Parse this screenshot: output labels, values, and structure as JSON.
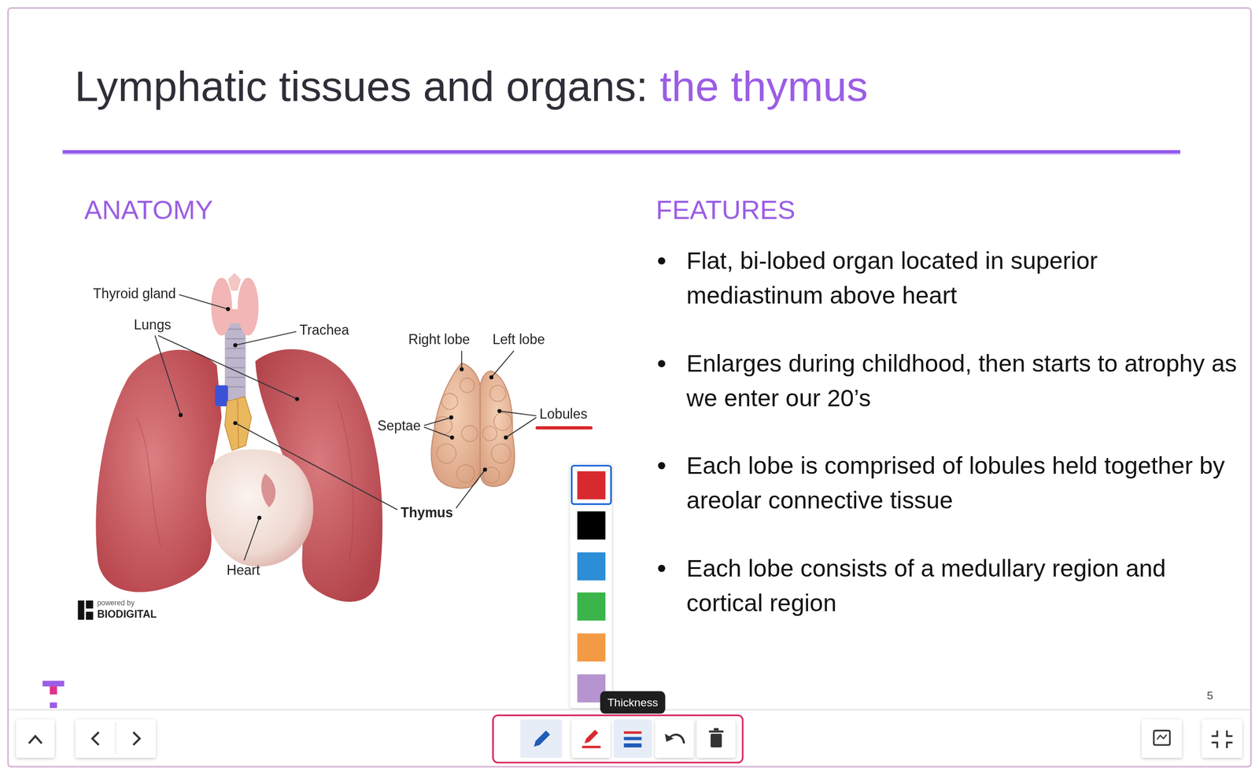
{
  "diagram": {
    "title": "Lymphatic tissues and organs:",
    "nodes": [
      {
        "text": [
          "Thickness"
        ]
      }
    ],
    "labels": [
      "the thymus",
      "ANATOMY",
      "FEATURES",
      "Flat, bi-lobed organ located in superior mediastinum above heart",
      "Enlarges during childhood, then starts to atrophy as we enter our 20’s",
      "Each lobe is comprised of lobules held together by areolar connective tissue",
      "Each lobe consists of a medullary region and cortical region",
      "Thyroid gland",
      "Lungs",
      "Trachea",
      "Right lobe",
      "Left lobe",
      "Septae",
      "Lobules",
      "Thymus",
      "Heart",
      "powered by",
      "BIODIGITAL",
      "5"
    ]
  }
}
